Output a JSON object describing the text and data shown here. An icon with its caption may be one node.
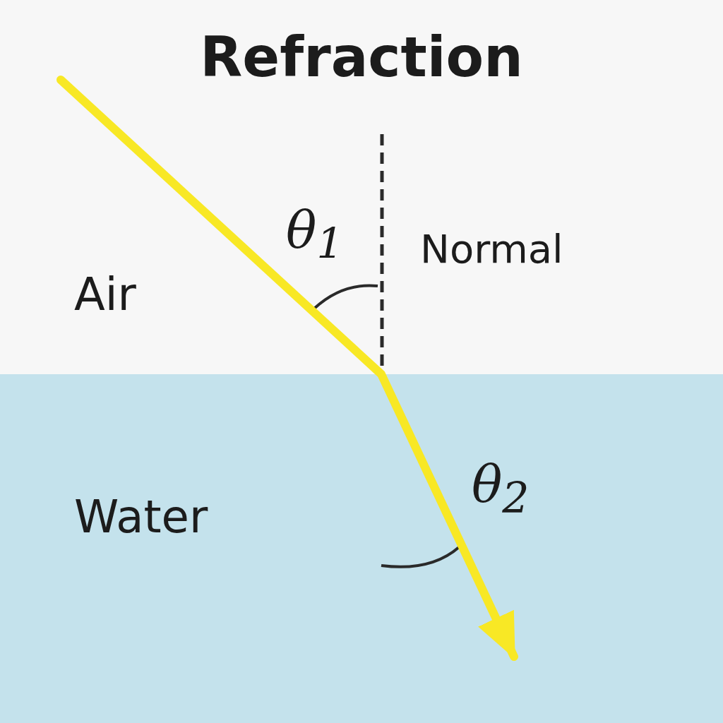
{
  "diagram": {
    "title": "Refraction",
    "nodes": [
      {
        "text": [
          "Air"
        ]
      },
      {
        "text": [
          "Water"
        ]
      }
    ],
    "edges": [
      {
        "from": 0,
        "to": 1,
        "arrow": "to"
      }
    ],
    "labels": [
      "θ$_{1}$",
      "Normal",
      "θ$_{2}$"
    ]
  }
}
